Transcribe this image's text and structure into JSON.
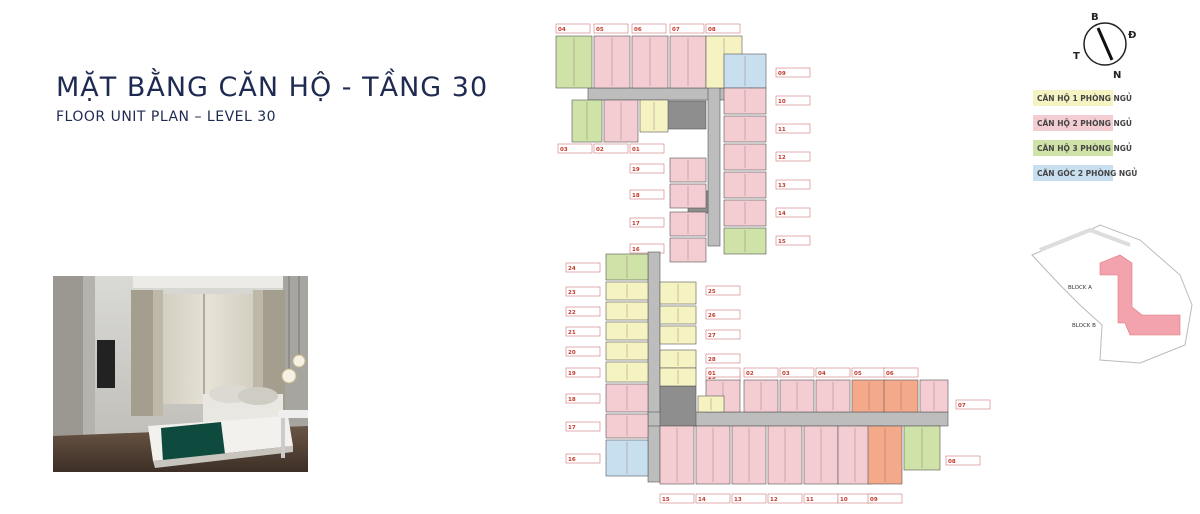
{
  "title": {
    "main": "MẶT BẰNG CĂN HỘ - TẦNG 30",
    "sub": "FLOOR UNIT PLAN – LEVEL 30"
  },
  "compass": {
    "north": "B",
    "east": "Đ",
    "south": "N",
    "west": "T"
  },
  "legend": [
    {
      "label": "CĂN HỘ 1 PHÒNG NGỦ",
      "color": "#f6f3c2"
    },
    {
      "label": "CĂN HỘ 2 PHÒNG NGỦ",
      "color": "#f3cdd2"
    },
    {
      "label": "CĂN HỘ 3 PHÒNG NGỦ",
      "color": "#cfe2a8"
    },
    {
      "label": "CĂN GÓC 2 PHÒNG NGỦ",
      "color": "#c8dff0"
    }
  ],
  "site": {
    "block_a": "BLOCK A",
    "block_b": "BLOCK B"
  },
  "colors": {
    "one_bed": "#f6f3c2",
    "two_bed": "#f3cdd2",
    "three_bed": "#cfe2a8",
    "corner_two_bed": "#c8dff0",
    "corridor": "#bdbdbd",
    "core": "#8e8e8e",
    "title": "#1f2a52"
  },
  "units": {
    "block_b": {
      "top_row": [
        "04",
        "05",
        "06",
        "07",
        "08"
      ],
      "right_column": [
        "09",
        "10",
        "11",
        "12",
        "13",
        "14",
        "15"
      ],
      "left_group": [
        "03",
        "02",
        "01"
      ],
      "center_column": [
        "19",
        "18",
        "17",
        "16"
      ]
    },
    "block_a": {
      "left_column": [
        "24",
        "23",
        "22",
        "21",
        "20",
        "19",
        "18",
        "17",
        "16"
      ],
      "inner_column": [
        "25",
        "26",
        "27",
        "28",
        "29"
      ],
      "top_row": [
        "01",
        "02",
        "03",
        "04",
        "05",
        "06"
      ],
      "right_side": [
        "07",
        "08"
      ],
      "bottom_row": [
        "15",
        "14",
        "13",
        "12",
        "11",
        "10",
        "09"
      ]
    }
  }
}
